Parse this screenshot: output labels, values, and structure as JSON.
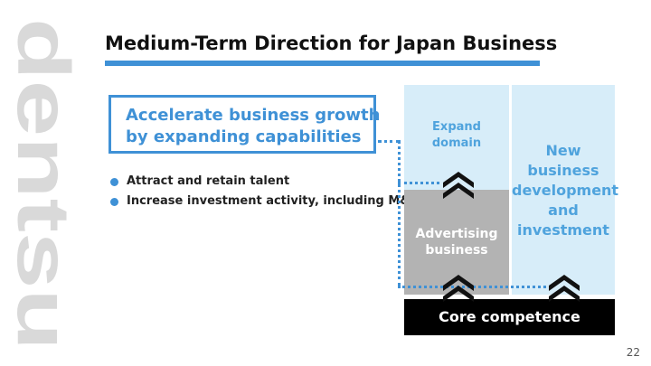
{
  "logo": {
    "text": "dentsu"
  },
  "header": {
    "title": "Medium-Term Direction for Japan Business"
  },
  "callout": {
    "line1": "Accelerate business growth",
    "line2": "by expanding capabilities"
  },
  "bullets": [
    "Attract and retain talent",
    "Increase investment activity, including M&A"
  ],
  "diagram": {
    "expand_line1": "Expand",
    "expand_line2": "domain",
    "new_line1": "New",
    "new_line2": "business",
    "new_line3": "development",
    "new_line4": "and",
    "new_line5": "investment",
    "adv_line1": "Advertising",
    "adv_line2": "business",
    "core": "Core competence"
  },
  "footer": {
    "page": "22"
  },
  "colors": {
    "accent": "#3f91d6",
    "light_panel": "#d7edf9",
    "gray_panel": "#b3b3b3",
    "core": "#000000"
  }
}
